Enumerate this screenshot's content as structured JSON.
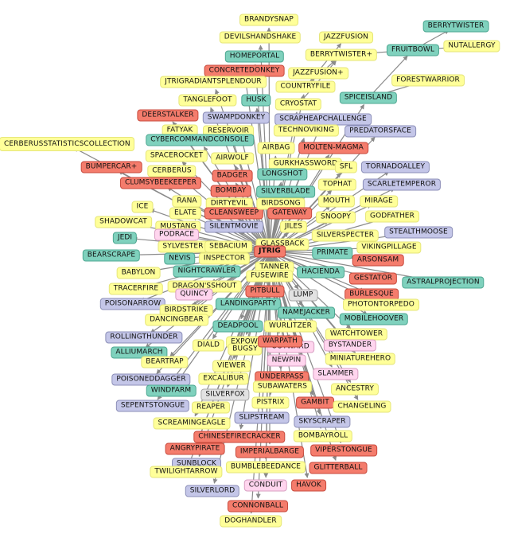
{
  "center": "JTRIG",
  "colors": {
    "yellow": "#ffff99",
    "teal": "#7fd1bd",
    "red": "#f47c6c",
    "purple": "#c4c6e8",
    "pink": "#ffd5ee",
    "gray": "#e2e2e2",
    "edge": "#8a8a8a"
  },
  "nodes": [
    {
      "id": "BRANDYSNAP",
      "color": "yellow"
    },
    {
      "id": "DEVILSHANDSHAKE",
      "color": "yellow"
    },
    {
      "id": "HOMEPORTAL",
      "color": "teal"
    },
    {
      "id": "CONCRETEDONKEY",
      "color": "red"
    },
    {
      "id": "JTRIGRADIANTSPLENDOUR",
      "color": "yellow"
    },
    {
      "id": "TANGLEFOOT",
      "color": "yellow"
    },
    {
      "id": "HUSK",
      "color": "teal"
    },
    {
      "id": "DEERSTALKER",
      "color": "red"
    },
    {
      "id": "SWAMPDONKEY",
      "color": "purple"
    },
    {
      "id": "FATYAK",
      "color": "yellow"
    },
    {
      "id": "RESERVOIR",
      "color": "yellow"
    },
    {
      "id": "CYBERCOMMANDCONSOLE",
      "color": "teal"
    },
    {
      "id": "CERBERUSSTATISTICSCOLLECTION",
      "color": "yellow"
    },
    {
      "id": "SPACEROCKET",
      "color": "yellow"
    },
    {
      "id": "AIRWOLF",
      "color": "yellow"
    },
    {
      "id": "BUMPERCAR+",
      "color": "red"
    },
    {
      "id": "CERBERUS",
      "color": "yellow"
    },
    {
      "id": "BADGER",
      "color": "red"
    },
    {
      "id": "CLUMSYBEEKEEPER",
      "color": "red"
    },
    {
      "id": "BOMBAY",
      "color": "red"
    },
    {
      "id": "RANA",
      "color": "yellow"
    },
    {
      "id": "DIRTYEVIL",
      "color": "yellow"
    },
    {
      "id": "ICE",
      "color": "yellow"
    },
    {
      "id": "ELATE",
      "color": "yellow"
    },
    {
      "id": "CLEANSWEEP",
      "color": "red"
    },
    {
      "id": "SHADOWCAT",
      "color": "yellow"
    },
    {
      "id": "MUSTANG",
      "color": "yellow"
    },
    {
      "id": "SILENTMOVIE",
      "color": "purple"
    },
    {
      "id": "PODRACE",
      "color": "pink"
    },
    {
      "id": "JEDI",
      "color": "teal"
    },
    {
      "id": "SYLVESTER",
      "color": "yellow"
    },
    {
      "id": "SEBACIUM",
      "color": "yellow"
    },
    {
      "id": "BEARSCRAPE",
      "color": "teal"
    },
    {
      "id": "NEVIS",
      "color": "teal"
    },
    {
      "id": "INSPECTOR",
      "color": "yellow"
    },
    {
      "id": "BABYLON",
      "color": "yellow"
    },
    {
      "id": "NIGHTCRAWLER",
      "color": "teal"
    },
    {
      "id": "TRACERFIRE",
      "color": "yellow"
    },
    {
      "id": "DRAGON'SSHOUT",
      "color": "yellow"
    },
    {
      "id": "QUINCY",
      "color": "pink"
    },
    {
      "id": "POISONARROW",
      "color": "purple"
    },
    {
      "id": "BIRDSTRIKE",
      "color": "yellow"
    },
    {
      "id": "LANDINGPARTY",
      "color": "teal"
    },
    {
      "id": "DANCINGBEAR",
      "color": "yellow"
    },
    {
      "id": "ROLLINGTHUNDER",
      "color": "purple"
    },
    {
      "id": "DEADPOOL",
      "color": "teal"
    },
    {
      "id": "ALLIUMARCH",
      "color": "teal"
    },
    {
      "id": "DIALD",
      "color": "yellow"
    },
    {
      "id": "EXPOW",
      "color": "yellow"
    },
    {
      "id": "BEARTRAP",
      "color": "yellow"
    },
    {
      "id": "BUGSY",
      "color": "yellow"
    },
    {
      "id": "POISONEDDAGGER",
      "color": "purple"
    },
    {
      "id": "VIEWER",
      "color": "yellow"
    },
    {
      "id": "WINDFARM",
      "color": "teal"
    },
    {
      "id": "EXCALIBUR",
      "color": "yellow"
    },
    {
      "id": "SEPENTSTONGUE",
      "color": "purple"
    },
    {
      "id": "REAPER",
      "color": "yellow"
    },
    {
      "id": "SILVERFOX",
      "color": "gray"
    },
    {
      "id": "SCREAMINGEAGLE",
      "color": "yellow"
    },
    {
      "id": "SLIPSTREAM",
      "color": "purple"
    },
    {
      "id": "CHINESEFIRECRACKER",
      "color": "red"
    },
    {
      "id": "ANGRYPIRATE",
      "color": "red"
    },
    {
      "id": "IMPERIALBARGE",
      "color": "red"
    },
    {
      "id": "SUNBLOCK",
      "color": "purple"
    },
    {
      "id": "TWILIGHTARROW",
      "color": "yellow"
    },
    {
      "id": "BUMBLEBEEDANCE",
      "color": "yellow"
    },
    {
      "id": "SILVERLORD",
      "color": "purple"
    },
    {
      "id": "CONDUIT",
      "color": "pink"
    },
    {
      "id": "HAVOK",
      "color": "red"
    },
    {
      "id": "CONNONBALL",
      "color": "red"
    },
    {
      "id": "DOGHANDLER",
      "color": "yellow"
    },
    {
      "id": "JAZZFUSION",
      "color": "yellow"
    },
    {
      "id": "BERRYTWISTER",
      "color": "teal"
    },
    {
      "id": "FRUITBOWL",
      "color": "teal"
    },
    {
      "id": "NUTALLERGY",
      "color": "yellow"
    },
    {
      "id": "BERRYTWISTER+",
      "color": "yellow"
    },
    {
      "id": "JAZZFUSION+",
      "color": "yellow"
    },
    {
      "id": "COUNTRYFILE",
      "color": "yellow"
    },
    {
      "id": "FORESTWARRIOR",
      "color": "yellow"
    },
    {
      "id": "CRYOSTAT",
      "color": "yellow"
    },
    {
      "id": "SPICEISLAND",
      "color": "teal"
    },
    {
      "id": "SCRAPHEAPCHALLENGE",
      "color": "purple"
    },
    {
      "id": "TECHNOVIKING",
      "color": "yellow"
    },
    {
      "id": "PREDATORSFACE",
      "color": "purple"
    },
    {
      "id": "AIRBAG",
      "color": "yellow"
    },
    {
      "id": "MOLTEN-MAGMA",
      "color": "red"
    },
    {
      "id": "GURKHASSWORD",
      "color": "yellow"
    },
    {
      "id": "LONGSHOT",
      "color": "teal"
    },
    {
      "id": "SFL",
      "color": "yellow"
    },
    {
      "id": "TORNADOALLEY",
      "color": "purple"
    },
    {
      "id": "TOPHAT",
      "color": "yellow"
    },
    {
      "id": "SCARLETEMPEROR",
      "color": "purple"
    },
    {
      "id": "SILVERBLADE",
      "color": "teal"
    },
    {
      "id": "BIRDSONG",
      "color": "yellow"
    },
    {
      "id": "MOUTH",
      "color": "yellow"
    },
    {
      "id": "MIRAGE",
      "color": "yellow"
    },
    {
      "id": "GATEWAY",
      "color": "red"
    },
    {
      "id": "SNOOPY",
      "color": "yellow"
    },
    {
      "id": "GODFATHER",
      "color": "yellow"
    },
    {
      "id": "JILES",
      "color": "yellow"
    },
    {
      "id": "STEALTHMOOSE",
      "color": "purple"
    },
    {
      "id": "SILVERSPECTER",
      "color": "yellow"
    },
    {
      "id": "GLASSBACK",
      "color": "yellow"
    },
    {
      "id": "VIKINGPILLAGE",
      "color": "yellow"
    },
    {
      "id": "JTRIG",
      "color": "red"
    },
    {
      "id": "PRIMATE",
      "color": "teal"
    },
    {
      "id": "ARSONSAM",
      "color": "red"
    },
    {
      "id": "TANNER",
      "color": "yellow"
    },
    {
      "id": "HACIENDA",
      "color": "teal"
    },
    {
      "id": "FUSEWIRE",
      "color": "yellow"
    },
    {
      "id": "GESTATOR",
      "color": "red"
    },
    {
      "id": "ASTRALPROJECTION",
      "color": "teal"
    },
    {
      "id": "PITBULL",
      "color": "red"
    },
    {
      "id": "LUMP",
      "color": "gray"
    },
    {
      "id": "BURLESQUE",
      "color": "red"
    },
    {
      "id": "PHOTONTORPEDO",
      "color": "yellow"
    },
    {
      "id": "NAMEJACKER",
      "color": "teal"
    },
    {
      "id": "MOBILEHOOVER",
      "color": "teal"
    },
    {
      "id": "WURLITZER",
      "color": "yellow"
    },
    {
      "id": "WATCHTOWER",
      "color": "yellow"
    },
    {
      "id": "OUTWARD",
      "color": "pink"
    },
    {
      "id": "BYSTANDER",
      "color": "pink"
    },
    {
      "id": "WARPATH",
      "color": "red"
    },
    {
      "id": "MINIATUREHERO",
      "color": "yellow"
    },
    {
      "id": "NEWPIN",
      "color": "pink"
    },
    {
      "id": "SLAMMER",
      "color": "pink"
    },
    {
      "id": "UNDERPASS",
      "color": "red"
    },
    {
      "id": "ANCESTRY",
      "color": "yellow"
    },
    {
      "id": "SUBAWATERS",
      "color": "yellow"
    },
    {
      "id": "GAMBIT",
      "color": "red"
    },
    {
      "id": "CHANGELING",
      "color": "yellow"
    },
    {
      "id": "PISTRIX",
      "color": "yellow"
    },
    {
      "id": "SKYSCRAPER",
      "color": "purple"
    },
    {
      "id": "BOMBAYROLL",
      "color": "yellow"
    },
    {
      "id": "VIPERSTONGUE",
      "color": "red"
    },
    {
      "id": "GLITTERBALL",
      "color": "red"
    }
  ],
  "edges": [
    [
      "JTRIG",
      "BRANDYSNAP"
    ],
    [
      "JTRIG",
      "DEVILSHANDSHAKE"
    ],
    [
      "JTRIG",
      "HOMEPORTAL"
    ],
    [
      "JTRIG",
      "CONCRETEDONKEY"
    ],
    [
      "JTRIG",
      "JTRIGRADIANTSPLENDOUR"
    ],
    [
      "JTRIG",
      "TANGLEFOOT"
    ],
    [
      "JTRIG",
      "HUSK"
    ],
    [
      "JTRIG",
      "DEERSTALKER"
    ],
    [
      "JTRIG",
      "SWAMPDONKEY"
    ],
    [
      "JTRIG",
      "FATYAK"
    ],
    [
      "JTRIG",
      "RESERVOIR"
    ],
    [
      "JTRIG",
      "CYBERCOMMANDCONSOLE"
    ],
    [
      "JTRIG",
      "CERBERUSSTATISTICSCOLLECTION"
    ],
    [
      "JTRIG",
      "SPACEROCKET"
    ],
    [
      "JTRIG",
      "AIRWOLF"
    ],
    [
      "JTRIG",
      "BUMPERCAR+"
    ],
    [
      "JTRIG",
      "CERBERUS"
    ],
    [
      "JTRIG",
      "BADGER"
    ],
    [
      "JTRIG",
      "CLUMSYBEEKEEPER"
    ],
    [
      "JTRIG",
      "BOMBAY"
    ],
    [
      "JTRIG",
      "RANA"
    ],
    [
      "JTRIG",
      "DIRTYEVIL"
    ],
    [
      "JTRIG",
      "ICE"
    ],
    [
      "JTRIG",
      "ELATE"
    ],
    [
      "JTRIG",
      "CLEANSWEEP"
    ],
    [
      "JTRIG",
      "SHADOWCAT"
    ],
    [
      "JTRIG",
      "MUSTANG"
    ],
    [
      "JTRIG",
      "SILENTMOVIE"
    ],
    [
      "JTRIG",
      "PODRACE"
    ],
    [
      "JTRIG",
      "JEDI"
    ],
    [
      "JTRIG",
      "SYLVESTER"
    ],
    [
      "JTRIG",
      "SEBACIUM"
    ],
    [
      "JTRIG",
      "BEARSCRAPE"
    ],
    [
      "JTRIG",
      "NEVIS"
    ],
    [
      "JTRIG",
      "INSPECTOR"
    ],
    [
      "JTRIG",
      "BABYLON"
    ],
    [
      "JTRIG",
      "NIGHTCRAWLER"
    ],
    [
      "JTRIG",
      "TRACERFIRE"
    ],
    [
      "JTRIG",
      "DRAGON'SSHOUT"
    ],
    [
      "JTRIG",
      "QUINCY"
    ],
    [
      "JTRIG",
      "POISONARROW"
    ],
    [
      "JTRIG",
      "BIRDSTRIKE"
    ],
    [
      "JTRIG",
      "LANDINGPARTY"
    ],
    [
      "JTRIG",
      "DANCINGBEAR"
    ],
    [
      "JTRIG",
      "ROLLINGTHUNDER"
    ],
    [
      "JTRIG",
      "DEADPOOL"
    ],
    [
      "JTRIG",
      "ALLIUMARCH"
    ],
    [
      "JTRIG",
      "DIALD"
    ],
    [
      "JTRIG",
      "EXPOW"
    ],
    [
      "JTRIG",
      "BEARTRAP"
    ],
    [
      "JTRIG",
      "BUGSY"
    ],
    [
      "JTRIG",
      "POISONEDDAGGER"
    ],
    [
      "JTRIG",
      "VIEWER"
    ],
    [
      "JTRIG",
      "WINDFARM"
    ],
    [
      "JTRIG",
      "EXCALIBUR"
    ],
    [
      "JTRIG",
      "SEPENTSTONGUE"
    ],
    [
      "JTRIG",
      "REAPER"
    ],
    [
      "JTRIG",
      "SILVERFOX"
    ],
    [
      "JTRIG",
      "SCREAMINGEAGLE"
    ],
    [
      "JTRIG",
      "SLIPSTREAM"
    ],
    [
      "JTRIG",
      "CHINESEFIRECRACKER"
    ],
    [
      "JTRIG",
      "ANGRYPIRATE"
    ],
    [
      "JTRIG",
      "IMPERIALBARGE"
    ],
    [
      "JTRIG",
      "SUNBLOCK"
    ],
    [
      "JTRIG",
      "TWILIGHTARROW"
    ],
    [
      "JTRIG",
      "BUMBLEBEEDANCE"
    ],
    [
      "JTRIG",
      "SILVERLORD"
    ],
    [
      "JTRIG",
      "CONDUIT"
    ],
    [
      "JTRIG",
      "HAVOK"
    ],
    [
      "JTRIG",
      "CONNONBALL"
    ],
    [
      "JTRIG",
      "DOGHANDLER"
    ],
    [
      "JTRIG",
      "COUNTRYFILE"
    ],
    [
      "JTRIG",
      "CRYOSTAT"
    ],
    [
      "JTRIG",
      "SPICEISLAND"
    ],
    [
      "JTRIG",
      "SCRAPHEAPCHALLENGE"
    ],
    [
      "JTRIG",
      "TECHNOVIKING"
    ],
    [
      "JTRIG",
      "PREDATORSFACE"
    ],
    [
      "JTRIG",
      "AIRBAG"
    ],
    [
      "JTRIG",
      "MOLTEN-MAGMA"
    ],
    [
      "JTRIG",
      "GURKHASSWORD"
    ],
    [
      "JTRIG",
      "LONGSHOT"
    ],
    [
      "JTRIG",
      "SFL"
    ],
    [
      "JTRIG",
      "TORNADOALLEY"
    ],
    [
      "JTRIG",
      "TOPHAT"
    ],
    [
      "JTRIG",
      "SCARLETEMPEROR"
    ],
    [
      "JTRIG",
      "SILVERBLADE"
    ],
    [
      "JTRIG",
      "BIRDSONG"
    ],
    [
      "JTRIG",
      "MOUTH"
    ],
    [
      "JTRIG",
      "MIRAGE"
    ],
    [
      "JTRIG",
      "GATEWAY"
    ],
    [
      "JTRIG",
      "SNOOPY"
    ],
    [
      "JTRIG",
      "GODFATHER"
    ],
    [
      "JTRIG",
      "JILES"
    ],
    [
      "JTRIG",
      "STEALTHMOOSE"
    ],
    [
      "JTRIG",
      "SILVERSPECTER"
    ],
    [
      "JTRIG",
      "GLASSBACK"
    ],
    [
      "JTRIG",
      "VIKINGPILLAGE"
    ],
    [
      "JTRIG",
      "PRIMATE"
    ],
    [
      "JTRIG",
      "ARSONSAM"
    ],
    [
      "JTRIG",
      "TANNER"
    ],
    [
      "JTRIG",
      "HACIENDA"
    ],
    [
      "JTRIG",
      "FUSEWIRE"
    ],
    [
      "JTRIG",
      "GESTATOR"
    ],
    [
      "JTRIG",
      "ASTRALPROJECTION"
    ],
    [
      "JTRIG",
      "PITBULL"
    ],
    [
      "JTRIG",
      "LUMP"
    ],
    [
      "JTRIG",
      "BURLESQUE"
    ],
    [
      "JTRIG",
      "PHOTONTORPEDO"
    ],
    [
      "JTRIG",
      "NAMEJACKER"
    ],
    [
      "JTRIG",
      "MOBILEHOOVER"
    ],
    [
      "JTRIG",
      "WURLITZER"
    ],
    [
      "JTRIG",
      "WATCHTOWER"
    ],
    [
      "JTRIG",
      "OUTWARD"
    ],
    [
      "JTRIG",
      "BYSTANDER"
    ],
    [
      "JTRIG",
      "WARPATH"
    ],
    [
      "JTRIG",
      "MINIATUREHERO"
    ],
    [
      "JTRIG",
      "NEWPIN"
    ],
    [
      "JTRIG",
      "SLAMMER"
    ],
    [
      "JTRIG",
      "UNDERPASS"
    ],
    [
      "JTRIG",
      "ANCESTRY"
    ],
    [
      "JTRIG",
      "SUBAWATERS"
    ],
    [
      "JTRIG",
      "GAMBIT"
    ],
    [
      "JTRIG",
      "CHANGELING"
    ],
    [
      "JTRIG",
      "PISTRIX"
    ],
    [
      "JTRIG",
      "SKYSCRAPER"
    ],
    [
      "JTRIG",
      "BOMBAYROLL"
    ],
    [
      "JTRIG",
      "VIPERSTONGUE"
    ],
    [
      "JTRIG",
      "GLITTERBALL"
    ],
    [
      "COUNTRYFILE",
      "JAZZFUSION"
    ],
    [
      "COUNTRYFILE",
      "BERRYTWISTER+"
    ],
    [
      "COUNTRYFILE",
      "JAZZFUSION+"
    ],
    [
      "BERRYTWISTER+",
      "FRUITBOWL"
    ],
    [
      "FRUITBOWL",
      "BERRYTWISTER"
    ],
    [
      "FRUITBOWL",
      "NUTALLERGY"
    ],
    [
      "SPICEISLAND",
      "FRUITBOWL"
    ],
    [
      "SPICEISLAND",
      "FORESTWARRIOR"
    ],
    [
      "CRYOSTAT",
      "BERRYTWISTER+"
    ]
  ]
}
